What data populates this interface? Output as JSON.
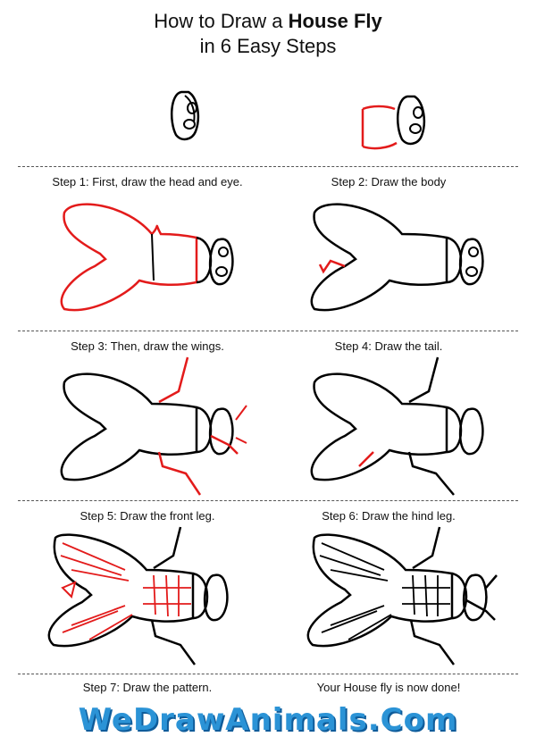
{
  "title": {
    "line1_prefix": "How to Draw a ",
    "line1_bold": "House Fly",
    "line2": "in 6 Easy Steps"
  },
  "steps": [
    {
      "caption": "Step 1: First, draw the head and eye."
    },
    {
      "caption": "Step 2: Draw the body"
    },
    {
      "caption": "Step 3: Then, draw the wings."
    },
    {
      "caption": "Step 4: Draw the tail."
    },
    {
      "caption": "Step 5: Draw the front leg."
    },
    {
      "caption": "Step 6: Draw the hind leg."
    },
    {
      "caption": "Step 7: Draw the pattern."
    },
    {
      "caption": "Your House fly is now done!"
    }
  ],
  "brand": {
    "logo_text": "WeDrawAnimals.Com"
  },
  "colors": {
    "ink": "#000000",
    "highlight": "#e31b1b",
    "logo": "#2b93d6"
  }
}
